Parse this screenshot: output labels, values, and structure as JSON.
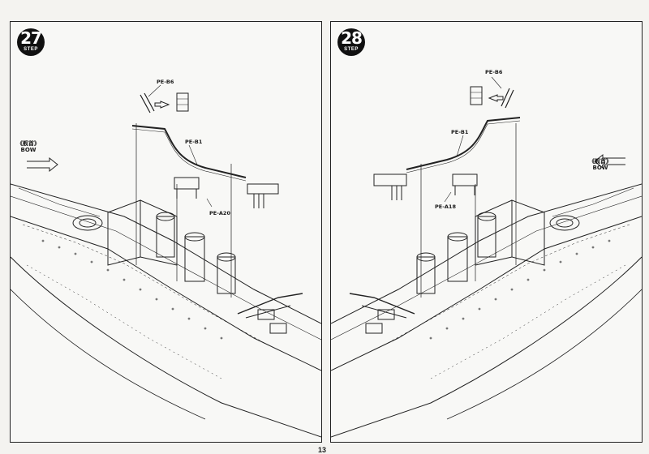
{
  "steps": [
    {
      "number": "27",
      "word": "STEP",
      "bow_cn": "《舰首》",
      "bow_en": "BOW",
      "parts": [
        "PE-B6",
        "PE-B1",
        "PE-A20"
      ]
    },
    {
      "number": "28",
      "word": "STEP",
      "bow_cn": "《舰首》",
      "bow_en": "BOW",
      "parts": [
        "PE-B6",
        "PE-B1",
        "PE-A18"
      ]
    }
  ],
  "page_number": "13",
  "colors": {
    "ink": "#1a1a1a",
    "paper": "#f8f8f6",
    "badge": "#111111"
  }
}
